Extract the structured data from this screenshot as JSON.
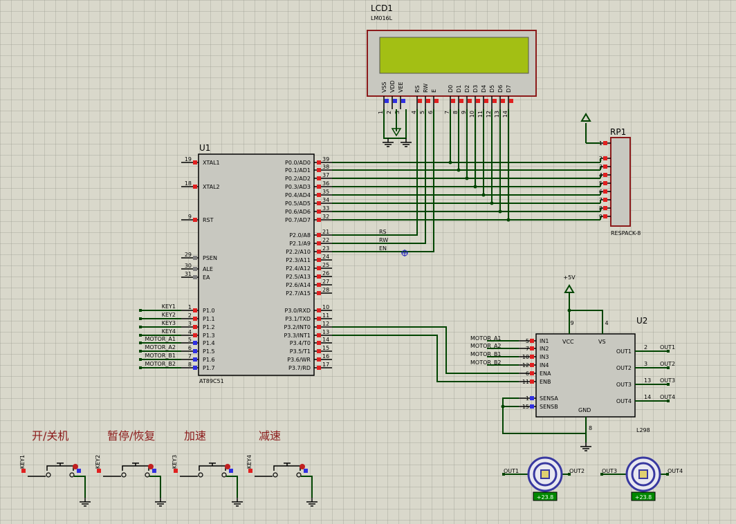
{
  "lcd": {
    "ref": "LCD1",
    "model": "LM016L",
    "pin_names": [
      "VSS",
      "VDD",
      "VEE",
      "RS",
      "RW",
      "E",
      "D0",
      "D1",
      "D2",
      "D3",
      "D4",
      "D5",
      "D6",
      "D7"
    ],
    "pin_nums": [
      "1",
      "2",
      "3",
      "4",
      "5",
      "6",
      "7",
      "8",
      "9",
      "10",
      "11",
      "12",
      "13",
      "14"
    ]
  },
  "mcu": {
    "ref": "U1",
    "model": "AT89C51",
    "left_pins": [
      {
        "num": "19",
        "name": "XTAL1"
      },
      {
        "num": "18",
        "name": "XTAL2"
      },
      {
        "num": "9",
        "name": "RST"
      },
      {
        "num": "29",
        "name": "PSEN"
      },
      {
        "num": "30",
        "name": "ALE"
      },
      {
        "num": "31",
        "name": "EA"
      },
      {
        "num": "1",
        "name": "P1.0"
      },
      {
        "num": "2",
        "name": "P1.1"
      },
      {
        "num": "3",
        "name": "P1.2"
      },
      {
        "num": "4",
        "name": "P1.3"
      },
      {
        "num": "5",
        "name": "P1.4"
      },
      {
        "num": "6",
        "name": "P1.5"
      },
      {
        "num": "7",
        "name": "P1.6"
      },
      {
        "num": "8",
        "name": "P1.7"
      }
    ],
    "right_pins": [
      {
        "num": "39",
        "name": "P0.0/AD0"
      },
      {
        "num": "38",
        "name": "P0.1/AD1"
      },
      {
        "num": "37",
        "name": "P0.2/AD2"
      },
      {
        "num": "36",
        "name": "P0.3/AD3"
      },
      {
        "num": "35",
        "name": "P0.4/AD4"
      },
      {
        "num": "34",
        "name": "P0.5/AD5"
      },
      {
        "num": "33",
        "name": "P0.6/AD6"
      },
      {
        "num": "32",
        "name": "P0.7/AD7"
      },
      {
        "num": "21",
        "name": "P2.0/A8"
      },
      {
        "num": "22",
        "name": "P2.1/A9"
      },
      {
        "num": "23",
        "name": "P2.2/A10"
      },
      {
        "num": "24",
        "name": "P2.3/A11"
      },
      {
        "num": "25",
        "name": "P2.4/A12"
      },
      {
        "num": "26",
        "name": "P2.5/A13"
      },
      {
        "num": "27",
        "name": "P2.6/A14"
      },
      {
        "num": "28",
        "name": "P2.7/A15"
      },
      {
        "num": "10",
        "name": "P3.0/RXD"
      },
      {
        "num": "11",
        "name": "P3.1/TXD"
      },
      {
        "num": "12",
        "name": "P3.2/INT0"
      },
      {
        "num": "13",
        "name": "P3.3/INT1"
      },
      {
        "num": "14",
        "name": "P3.4/T0"
      },
      {
        "num": "15",
        "name": "P3.5/T1"
      },
      {
        "num": "16",
        "name": "P3.6/WR"
      },
      {
        "num": "17",
        "name": "P3.7/RD"
      }
    ],
    "p1_labels": [
      "KEY1",
      "KEY2",
      "KEY3",
      "KEY4",
      "MOTOR_A1",
      "MOTOR_A2",
      "MOTOR_B1",
      "MOTOR_B2"
    ],
    "p2_labels": [
      "RS",
      "RW",
      "EN"
    ]
  },
  "rpack": {
    "ref": "RP1",
    "model": "RESPACK-8",
    "pins": [
      "1",
      "2",
      "3",
      "4",
      "5",
      "6",
      "7",
      "8",
      "9"
    ]
  },
  "driver": {
    "ref": "U2",
    "model": "L298",
    "power_label": "+5V",
    "left_pins": [
      {
        "num": "5",
        "name": "IN1"
      },
      {
        "num": "7",
        "name": "IN2"
      },
      {
        "num": "10",
        "name": "IN3"
      },
      {
        "num": "12",
        "name": "IN4"
      },
      {
        "num": "6",
        "name": "ENA"
      },
      {
        "num": "11",
        "name": "ENB"
      },
      {
        "num": "1",
        "name": "SENSA"
      },
      {
        "num": "15",
        "name": "SENSB"
      }
    ],
    "right_pins": [
      {
        "num": "2",
        "name": "OUT1"
      },
      {
        "num": "3",
        "name": "OUT2"
      },
      {
        "num": "13",
        "name": "OUT3"
      },
      {
        "num": "14",
        "name": "OUT4"
      }
    ],
    "top_pins": [
      {
        "num": "9",
        "name": "VCC"
      },
      {
        "num": "4",
        "name": "VS"
      }
    ],
    "bottom_pin": {
      "num": "8",
      "name": "GND"
    },
    "in_labels": [
      "MOTOR_A1",
      "MOTOR_A2",
      "MOTOR_B1",
      "MOTOR_B2"
    ],
    "out_labels": [
      "OUT1",
      "OUT2",
      "OUT3",
      "OUT4"
    ]
  },
  "buttons": [
    {
      "ref": "KEY1",
      "title": "开/关机"
    },
    {
      "ref": "KEY2",
      "title": "暂停/恢复"
    },
    {
      "ref": "KEY3",
      "title": "加速"
    },
    {
      "ref": "KEY4",
      "title": "减速"
    }
  ],
  "motors": [
    {
      "left": "OUT1",
      "right": "OUT2",
      "reading": "+23.8"
    },
    {
      "left": "OUT3",
      "right": "OUT4",
      "reading": "+23.8"
    }
  ],
  "colors": {
    "wire": "#004400",
    "body_fill": "#c8c8c0",
    "outline": "#8b1a1a",
    "pin_red": "#e02020",
    "pin_blue": "#3030e0",
    "lcd_screen": "#a3bf14",
    "title_red": "#8b1a1a",
    "motor_blue": "#3838a0"
  }
}
